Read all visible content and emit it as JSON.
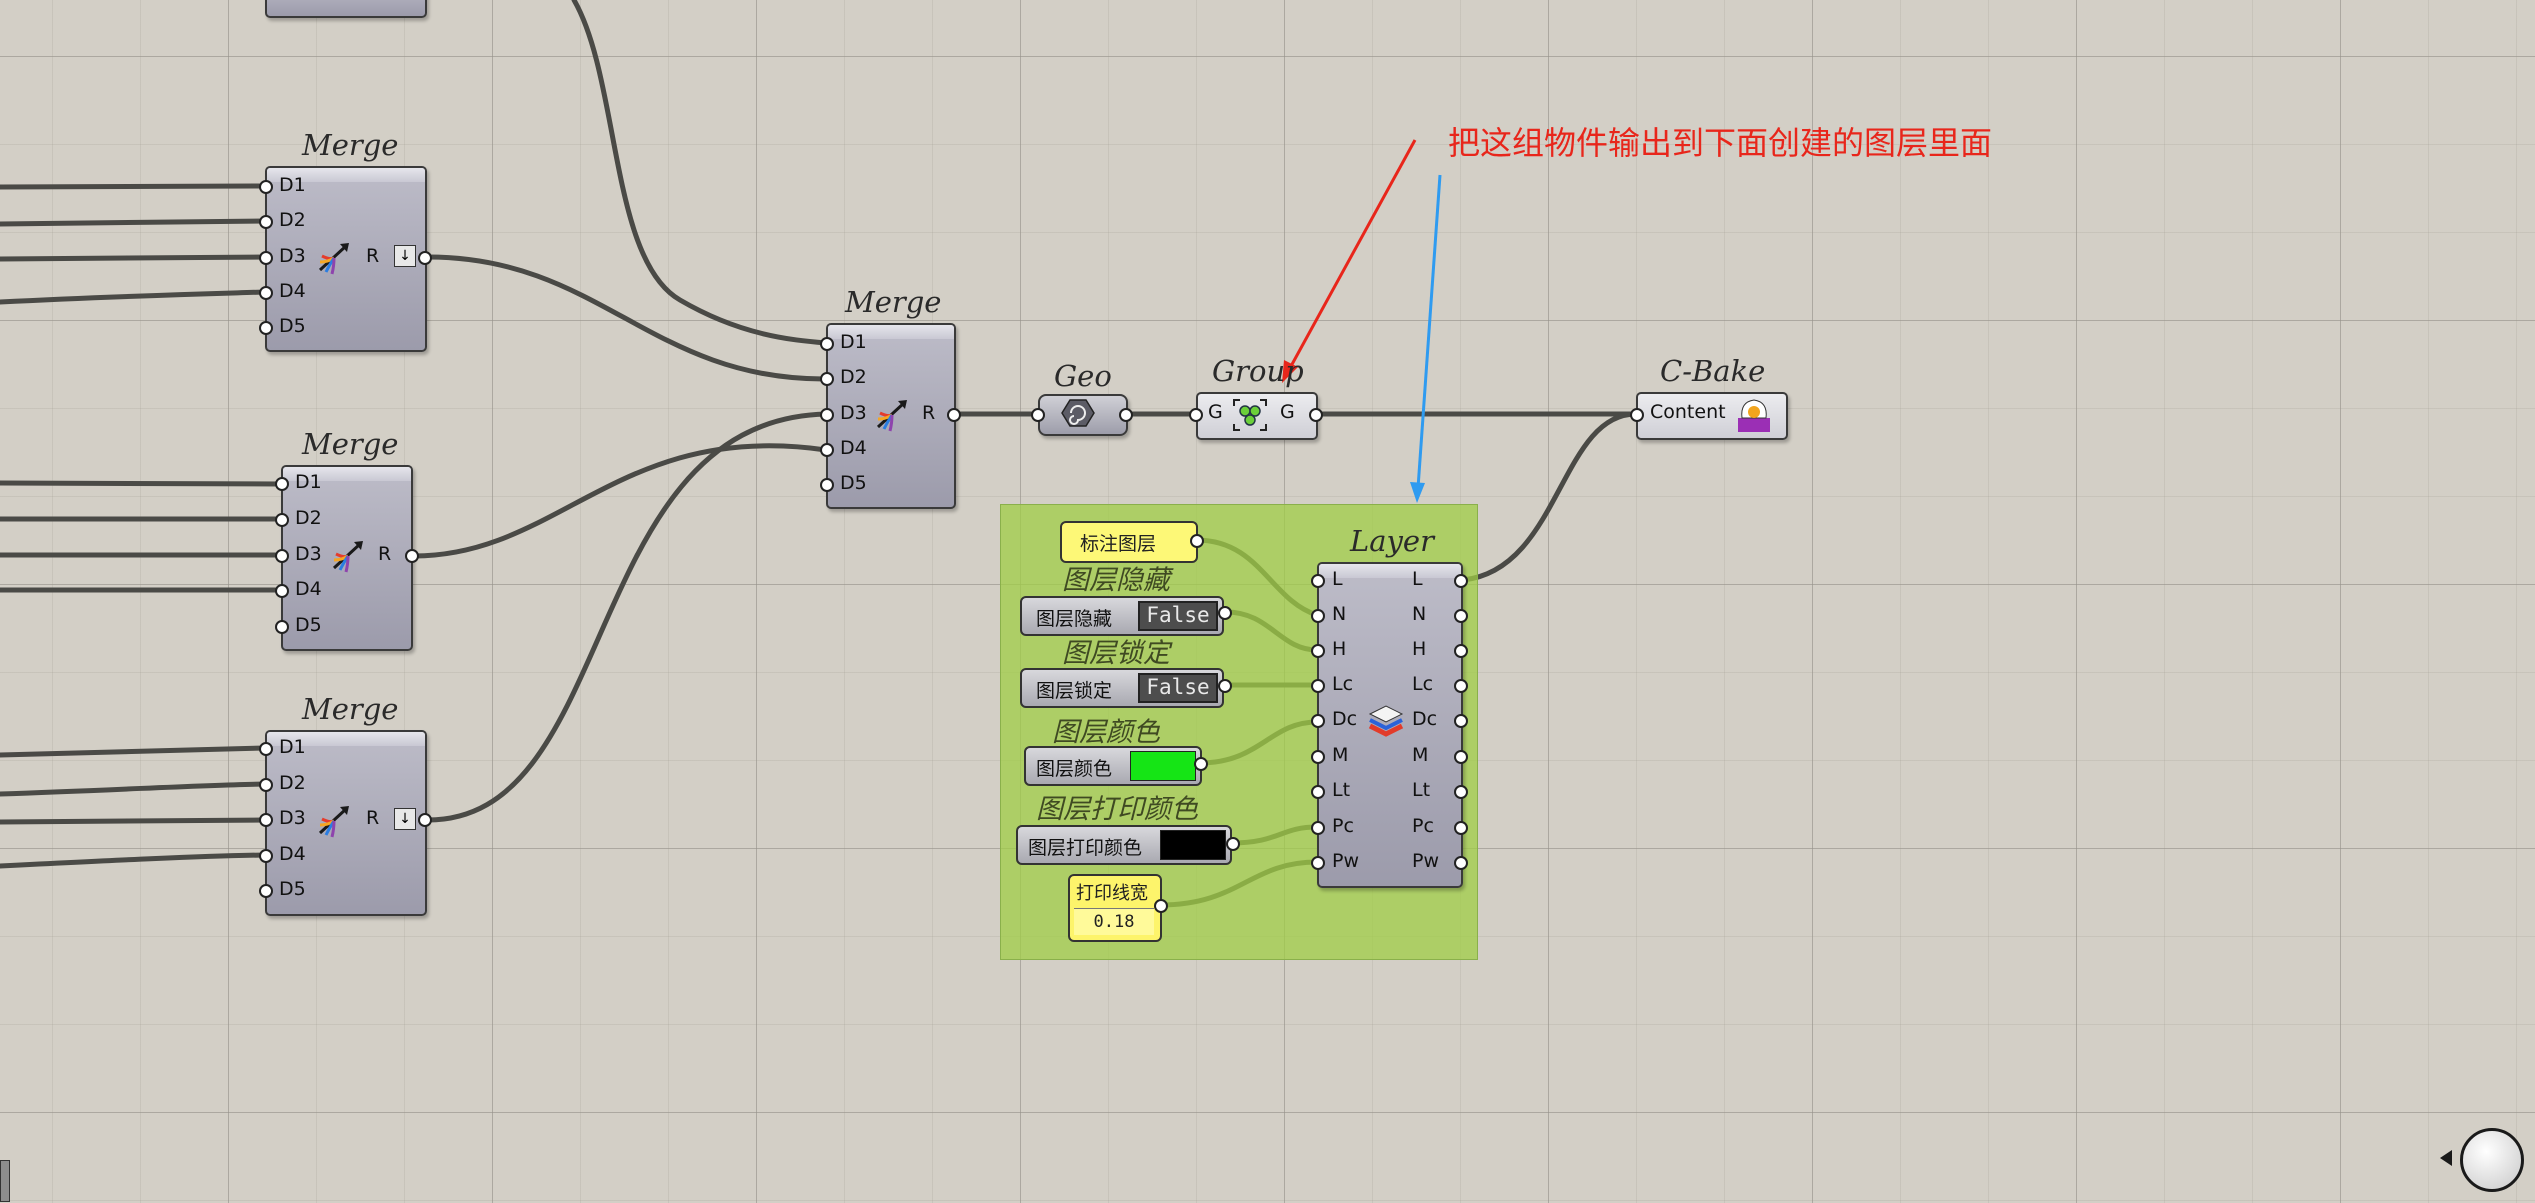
{
  "annotation": {
    "text": "把这组物件输出到下面创建的图层里面",
    "arrow_colors": [
      "#e8261b",
      "#2f9bf0"
    ]
  },
  "merge_nodes": [
    {
      "title": "Merge",
      "inputs": [
        "D1",
        "D2",
        "D3",
        "D4",
        "D5"
      ],
      "output": "R"
    },
    {
      "title": "Merge",
      "inputs": [
        "D1",
        "D2",
        "D3",
        "D4",
        "D5"
      ],
      "output": "R"
    },
    {
      "title": "Merge",
      "inputs": [
        "D1",
        "D2",
        "D3",
        "D4",
        "D5"
      ],
      "output": "R"
    },
    {
      "title": "Merge",
      "inputs": [
        "D1",
        "D2",
        "D3",
        "D4",
        "D5"
      ],
      "output": "R"
    }
  ],
  "geo": {
    "title": "Geo"
  },
  "group_node": {
    "title": "Group",
    "input": "G",
    "output": "G"
  },
  "cbake": {
    "title": "C-Bake",
    "input": "Content"
  },
  "layer": {
    "title": "Layer",
    "inputs": [
      "L",
      "N",
      "H",
      "Lc",
      "Dc",
      "M",
      "Lt",
      "Pc",
      "Pw"
    ],
    "outputs": [
      "L",
      "N",
      "H",
      "Lc",
      "Dc",
      "M",
      "Lt",
      "Pc",
      "Pw"
    ]
  },
  "params": {
    "layer_name_panel": "标注图层",
    "hidden_group_label": "图层隐藏",
    "hidden_toggle_label": "图层隐藏",
    "hidden_value": "False",
    "locked_group_label": "图层锁定",
    "locked_toggle_label": "图层锁定",
    "locked_value": "False",
    "color_group_label": "图层颜色",
    "color_swatch_label": "图层颜色",
    "color_value": "#15e515",
    "print_color_group_label": "图层打印颜色",
    "print_color_swatch_label": "图层打印颜色",
    "print_color_value": "#000000",
    "line_width_label": "打印线宽",
    "line_width_value": "0.18"
  }
}
